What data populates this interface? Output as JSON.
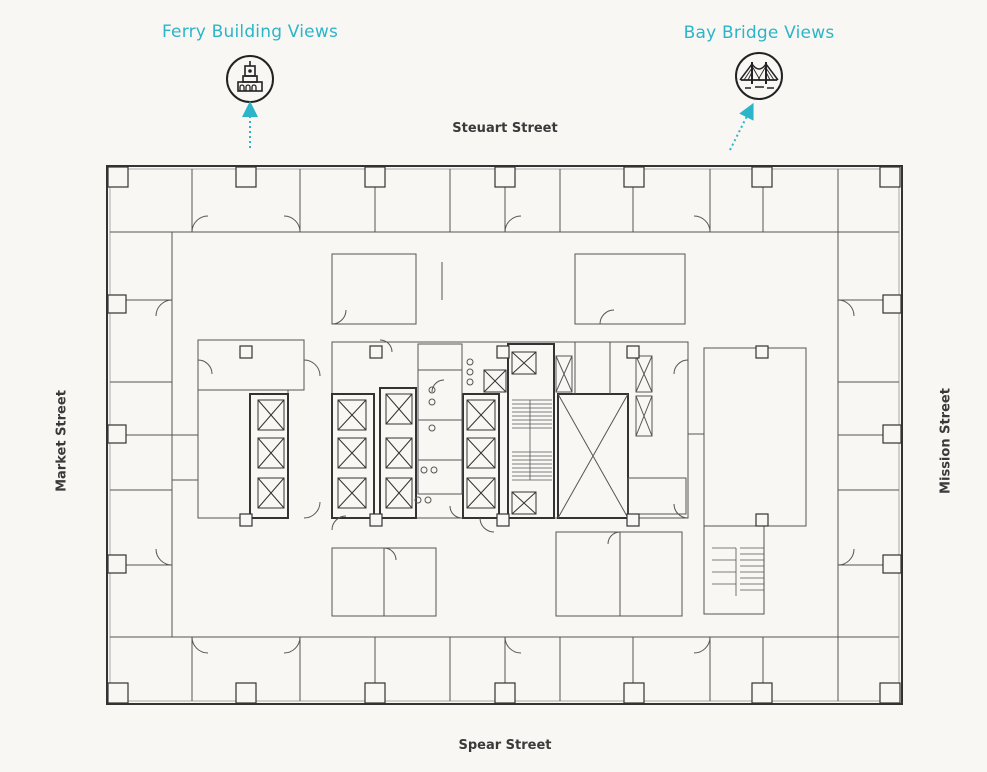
{
  "views": {
    "ferry": {
      "label": "Ferry Building Views",
      "icon": "ferry-building-icon"
    },
    "bay": {
      "label": "Bay Bridge Views",
      "icon": "bay-bridge-icon"
    }
  },
  "streets": {
    "north": "Steuart Street",
    "south": "Spear Street",
    "west": "Market Street",
    "east": "Mission Street"
  },
  "colors": {
    "accent": "#2bb5c8",
    "line": "#555555",
    "background": "#f9f7f3",
    "text": "#3a3a3a"
  }
}
